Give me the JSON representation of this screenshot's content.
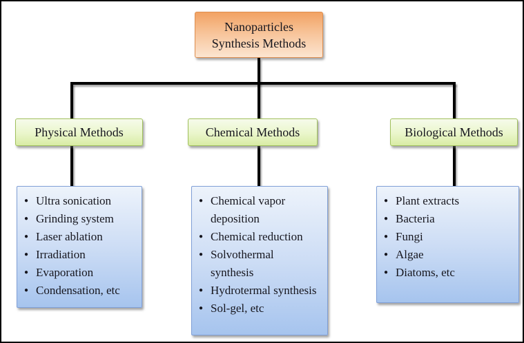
{
  "diagram": {
    "root": {
      "label": "Nanoparticles Synthesis Methods"
    },
    "branches": [
      {
        "title": "Physical Methods",
        "items": [
          "Ultra sonication",
          "Grinding system",
          "Laser ablation",
          "Irradiation",
          "Evaporation",
          "Condensation, etc"
        ]
      },
      {
        "title": "Chemical Methods",
        "items": [
          "Chemical vapor deposition",
          "Chemical reduction",
          "Solvothermal synthesis",
          "Hydrotermal synthesis",
          "Sol-gel, etc"
        ]
      },
      {
        "title": "Biological Methods",
        "items": [
          "Plant extracts",
          "Bacteria",
          "Fungi",
          "Algae",
          "Diatoms, etc"
        ]
      }
    ]
  },
  "colors": {
    "orange_top": "#f2a263",
    "orange_bottom": "#fce5d1",
    "orange_border": "#de8e4f",
    "green_top": "#f6fbeb",
    "green_bottom": "#d9eca4",
    "green_border": "#a0c05c",
    "blue_top": "#edf3fb",
    "blue_bottom": "#a6c4ee",
    "blue_border": "#7f9fd7",
    "line": "#000000",
    "text": "#16161e"
  }
}
